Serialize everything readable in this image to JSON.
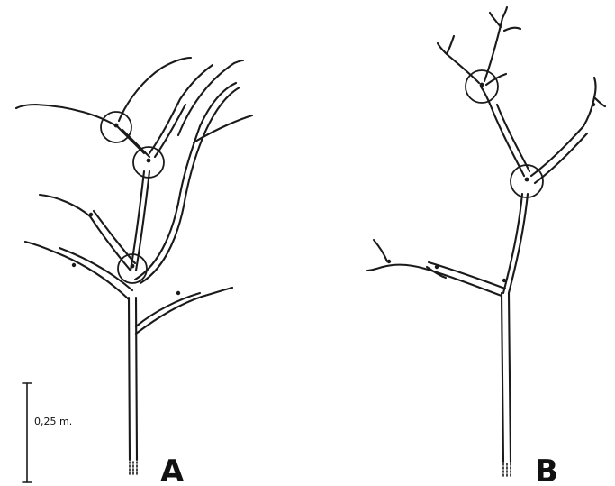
{
  "figure": {
    "panels": [
      {
        "label": "A"
      },
      {
        "label": "B"
      }
    ],
    "scale_bar": {
      "text": "0,25 m."
    },
    "colors": {
      "ink": "#1a1a1a",
      "background": "#ffffff"
    }
  }
}
